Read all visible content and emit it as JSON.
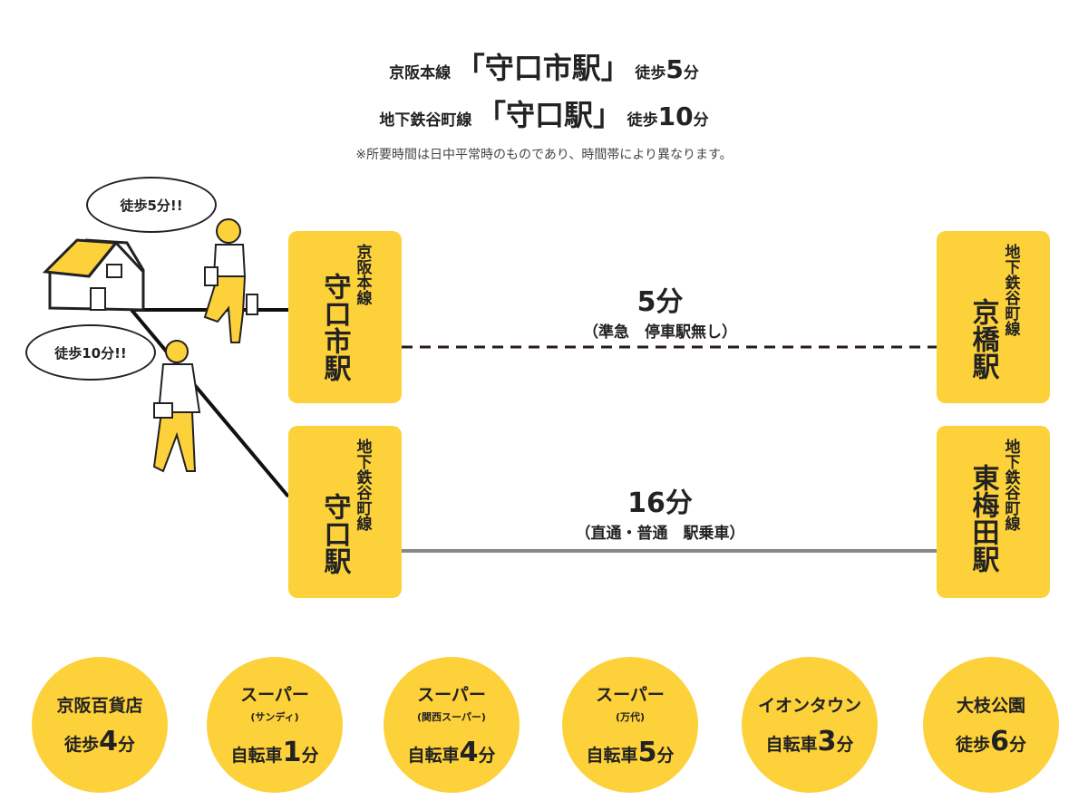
{
  "header": {
    "line1": {
      "line": "京阪本線",
      "station": "「守口市駅」",
      "walk": "徒歩",
      "num": "5",
      "unit": "分"
    },
    "line2": {
      "line": "地下鉄谷町線",
      "station": "「守口駅」",
      "walk": "徒歩",
      "num": "10",
      "unit": "分"
    },
    "note": "※所要時間は日中平常時のものであり、時間帯により異なります。"
  },
  "bubbles": [
    "徒歩5分!!",
    "徒歩10分!!"
  ],
  "stations": {
    "moriguchishi": {
      "line": "京阪本線",
      "name": "守口市駅"
    },
    "moriguchi": {
      "line": "地下鉄谷町線",
      "name": "守口駅"
    },
    "kyobashi": {
      "line": "地下鉄谷町線",
      "name": "京橋駅"
    },
    "higashiumeda": {
      "line": "地下鉄谷町線",
      "name": "東梅田駅"
    }
  },
  "routes": [
    {
      "time": "5分",
      "detail": "（準急　停車駅無し）"
    },
    {
      "time": "16分",
      "detail": "（直通・普通　駅乗車）"
    }
  ],
  "facilities": [
    {
      "name": "京阪百貨店",
      "sub": "",
      "mode": "徒歩",
      "num": "4",
      "unit": "分"
    },
    {
      "name": "スーパー",
      "sub": "(サンディ)",
      "mode": "自転車",
      "num": "1",
      "unit": "分"
    },
    {
      "name": "スーパー",
      "sub": "(関西スーパー)",
      "mode": "自転車",
      "num": "4",
      "unit": "分"
    },
    {
      "name": "スーパー",
      "sub": "(万代)",
      "mode": "自転車",
      "num": "5",
      "unit": "分"
    },
    {
      "name": "イオンタウン",
      "sub": "",
      "mode": "自転車",
      "num": "3",
      "unit": "分"
    },
    {
      "name": "大枝公園",
      "sub": "",
      "mode": "徒歩",
      "num": "6",
      "unit": "分"
    }
  ],
  "colors": {
    "yellow": "#fdd13a",
    "text": "#222222",
    "grey_line": "#888888"
  }
}
